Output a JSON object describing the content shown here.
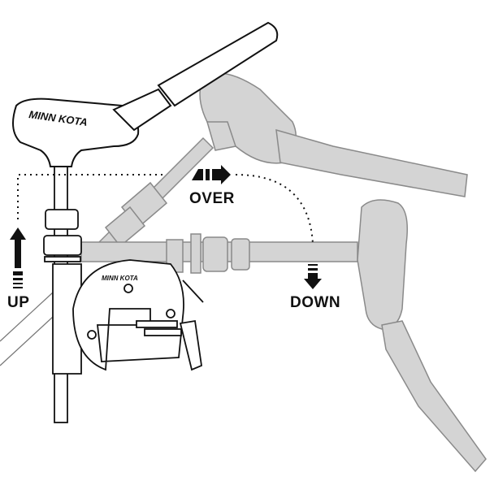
{
  "labels": {
    "up": "UP",
    "over": "OVER",
    "down": "DOWN"
  },
  "logo_text": "MINN KOTA",
  "colors": {
    "ink": "#111111",
    "ghost_fill": "#cfcfcf",
    "ghost_stroke": "#8a8a8a",
    "background": "#ffffff"
  },
  "icons": [
    "arrow-up-icon",
    "arrow-right-icon",
    "arrow-down-icon"
  ]
}
